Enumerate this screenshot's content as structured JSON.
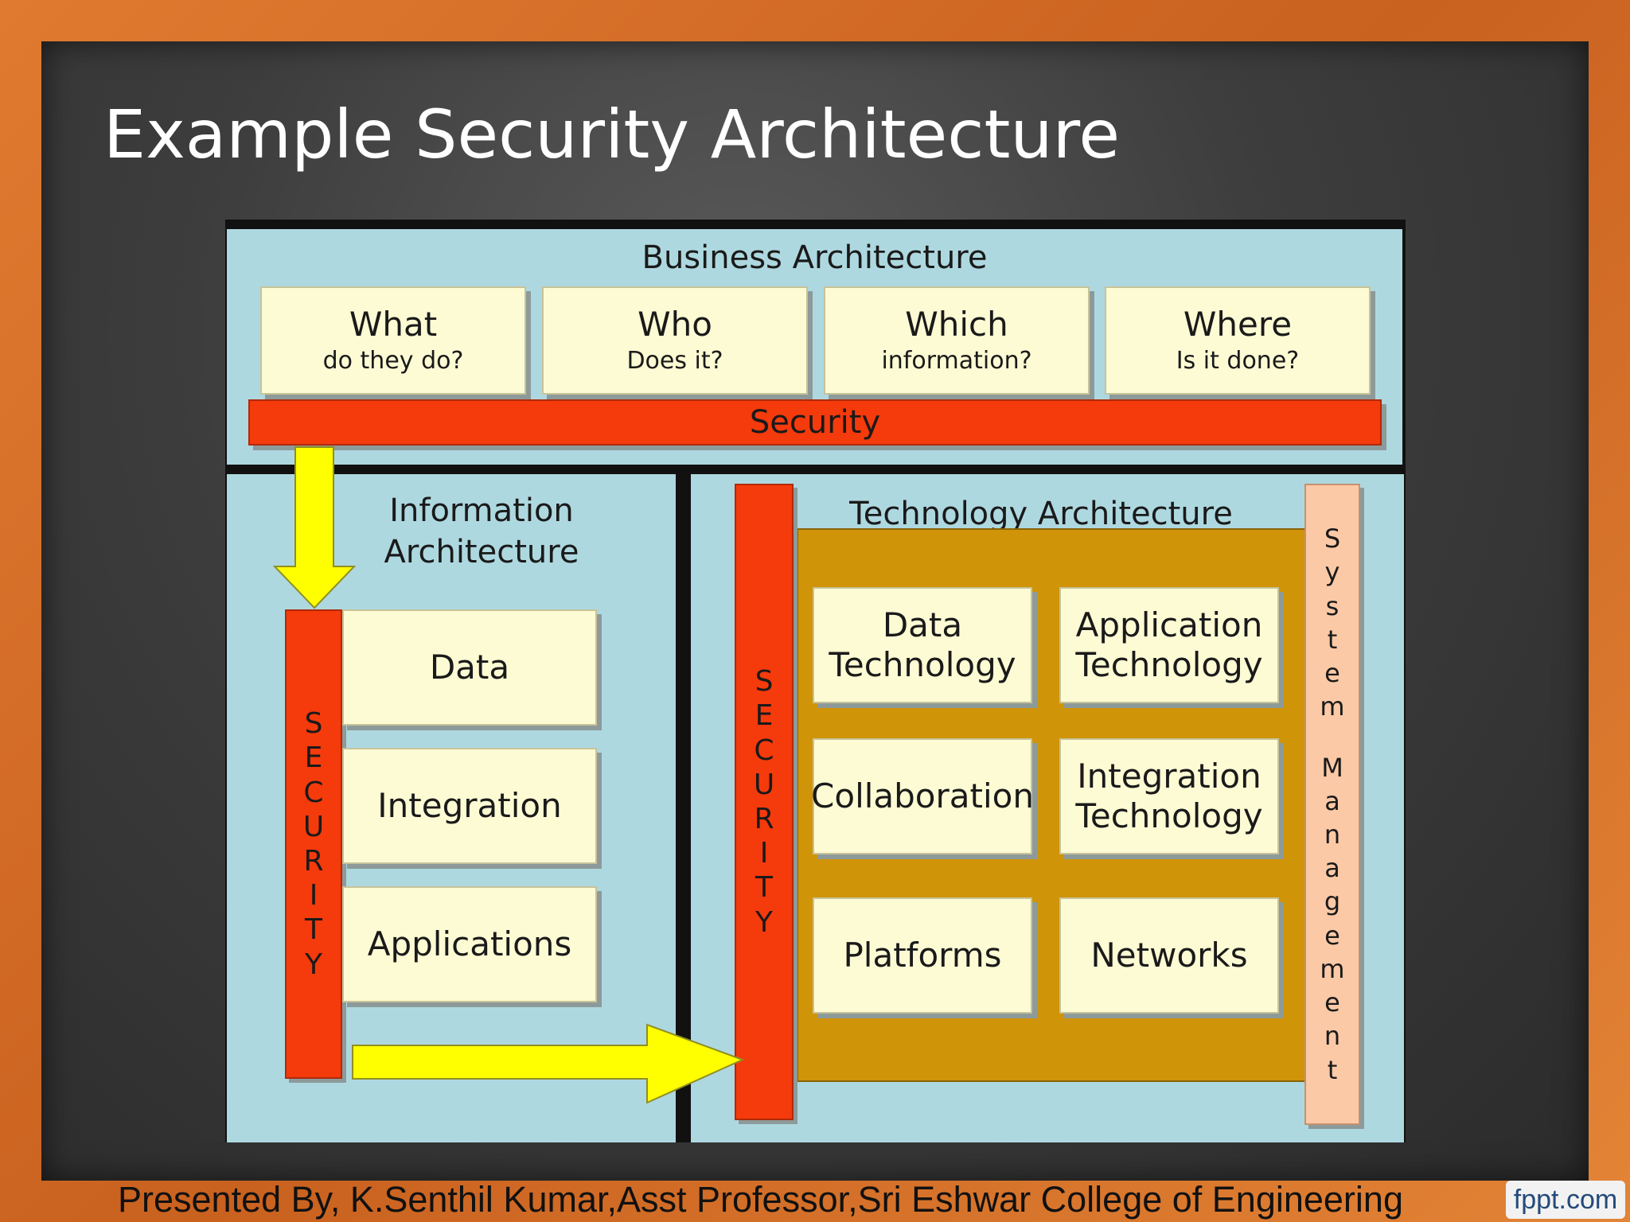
{
  "slide": {
    "title": "Example Security Architecture",
    "footer": "Presented By, K.Senthil Kumar,Asst Professor,Sri Eshwar College of Engineering",
    "brand": "fppt.com"
  },
  "business": {
    "label": "Business Architecture",
    "questions": [
      {
        "main": "What",
        "sub": "do they do?"
      },
      {
        "main": "Who",
        "sub": "Does it?"
      },
      {
        "main": "Which",
        "sub": "information?"
      },
      {
        "main": "Where",
        "sub": "Is it done?"
      }
    ],
    "security": "Security"
  },
  "information": {
    "label_line1": "Information",
    "label_line2": "Architecture",
    "security_letters": [
      "S",
      "E",
      "C",
      "U",
      "R",
      "I",
      "T",
      "Y"
    ],
    "items": [
      "Data",
      "Integration",
      "Applications"
    ]
  },
  "technology": {
    "label": "Technology Architecture",
    "security_letters": [
      "S",
      "E",
      "C",
      "U",
      "R",
      "I",
      "T",
      "Y"
    ],
    "items": [
      {
        "line1": "Data",
        "line2": "Technology"
      },
      {
        "line1": "Application",
        "line2": "Technology"
      },
      {
        "line1": "Collaboration",
        "line2": ""
      },
      {
        "line1": "Integration",
        "line2": "Technology"
      },
      {
        "line1": "Platforms",
        "line2": ""
      },
      {
        "line1": "Networks",
        "line2": ""
      }
    ],
    "system_management_letters": [
      "S",
      "y",
      "s",
      "t",
      "e",
      "m",
      "",
      "M",
      "a",
      "n",
      "a",
      "g",
      "e",
      "m",
      "e",
      "n",
      "t"
    ]
  },
  "colors": {
    "panel": "#aed8e0",
    "cream": "#fdfbd4",
    "security_red": "#f53a0c",
    "arrow_yellow": "#ffff00",
    "gold": "#cf9408",
    "system_mgmt": "#fcc9a6"
  }
}
